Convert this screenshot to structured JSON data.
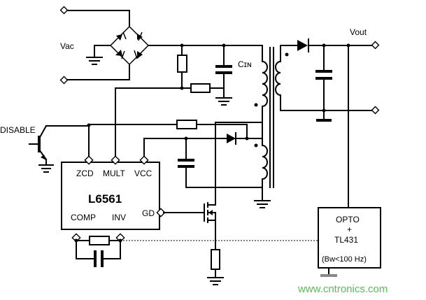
{
  "labels": {
    "vac": "Vac",
    "vout": "Vout",
    "cin": "Cɪɴ",
    "disable": "DISABLE",
    "chip_name": "L6561",
    "zcd": "ZCD",
    "mult": "MULT",
    "vcc": "VCC",
    "comp": "COMP",
    "inv": "INV",
    "gd": "GD",
    "opto_line1": "OPTO",
    "opto_line2": "+",
    "opto_line3": "TL431",
    "opto_line4": "(Bw<100 Hz)",
    "watermark": "www.cntronics.com"
  },
  "colors": {
    "line": "#000000",
    "watermark": "#5fb85f",
    "ground_gray": "#888888"
  }
}
